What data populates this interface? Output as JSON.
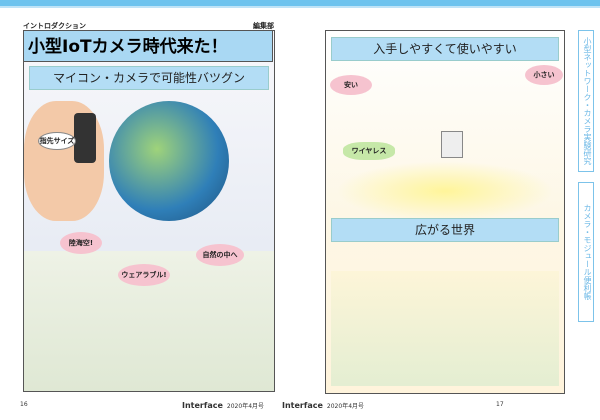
{
  "left_page": {
    "section": "イントロダクション",
    "author": "編集部",
    "title": "小型IoTカメラ時代来た！",
    "subtitle": "マイコン・カメラで可能性バツグン",
    "labels": [
      "指先サイズ",
      "陸海空!",
      "ウェアラブル!",
      "自然の中へ"
    ],
    "page_number": "16"
  },
  "right_page": {
    "heading1": "入手しやすくて使いやすい",
    "labels": [
      "安い",
      "小さい",
      "ワイヤレス"
    ],
    "heading2": "広がる世界",
    "page_number": "17"
  },
  "side_tabs": [
    "小型ネットワーク・カメラ実験研究",
    "カメラ・モジュール便利帳"
  ],
  "footer": {
    "brand": "Interface",
    "issue": "2020年4月号"
  }
}
